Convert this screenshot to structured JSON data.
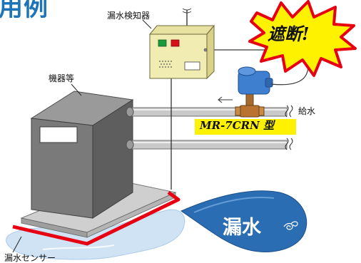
{
  "title": "用例",
  "labels": {
    "detector": "漏水検知器",
    "equipment": "機器等",
    "supply": "給水",
    "sensor": "漏水センサー"
  },
  "valve_model": "MR-7CRN 型",
  "shutoff_callout": "遮断!",
  "leak_callout": "漏水",
  "colors": {
    "title_blue": "#1d74b9",
    "burst_yellow": "#fff200",
    "burst_red": "#e60012",
    "sensor_red": "#e60012",
    "leak_blue": "#2b6db3",
    "water_pool": "#cfe3f5",
    "detector_box": "#f1ecb1",
    "equipment_gray": "#7a7a7a",
    "valve_blue": "#3f7fd0"
  }
}
